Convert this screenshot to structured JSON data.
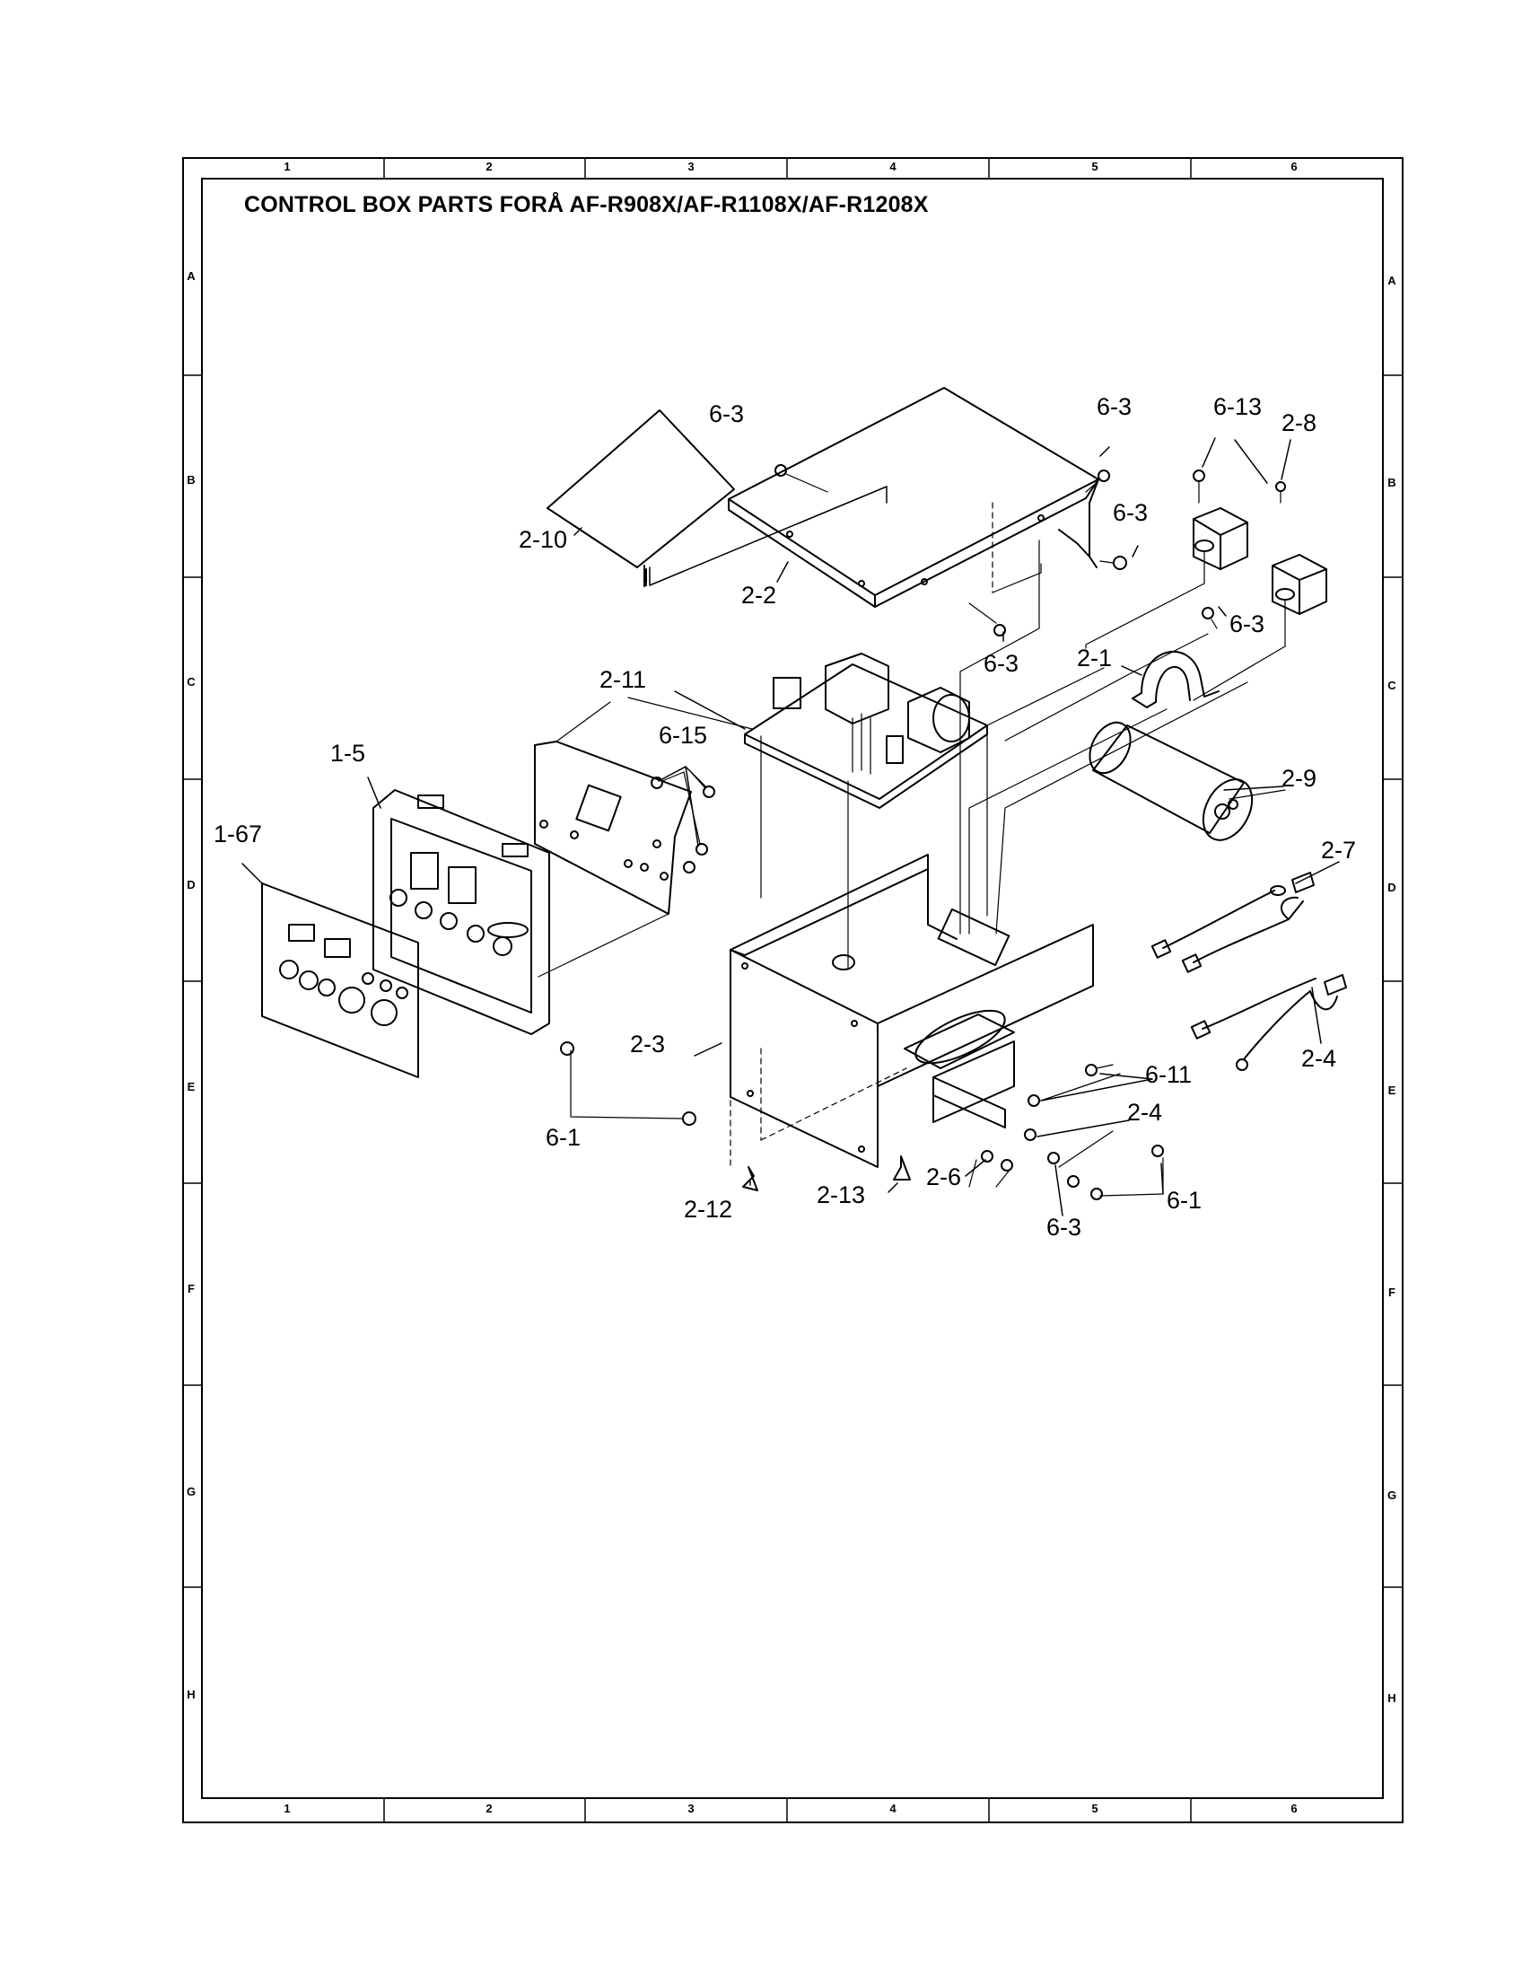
{
  "title": "CONTROL BOX PARTS FORÅ AF-R908X/AF-R1108X/AF-R1208X",
  "grid": {
    "columns": [
      "1",
      "2",
      "3",
      "4",
      "5",
      "6"
    ],
    "rows": [
      "A",
      "B",
      "C",
      "D",
      "E",
      "F",
      "G",
      "H"
    ]
  },
  "callouts": {
    "c_6_3_a": "6-3",
    "c_6_3_b": "6-3",
    "c_6_13": "6-13",
    "c_2_8": "2-8",
    "c_6_3_c": "6-3",
    "c_2_10": "2-10",
    "c_2_2": "2-2",
    "c_6_3_d": "6-3",
    "c_6_3_e": "6-3",
    "c_2_11": "2-11",
    "c_2_1": "2-1",
    "c_6_15": "6-15",
    "c_1_5": "1-5",
    "c_2_9": "2-9",
    "c_1_67": "1-67",
    "c_2_7": "2-7",
    "c_2_3": "2-3",
    "c_2_4_a": "2-4",
    "c_6_11": "6-11",
    "c_2_4_b": "2-4",
    "c_6_1_a": "6-1",
    "c_2_6": "2-6",
    "c_2_13": "2-13",
    "c_6_1_b": "6-1",
    "c_2_12": "2-12",
    "c_6_3_f": "6-3"
  }
}
